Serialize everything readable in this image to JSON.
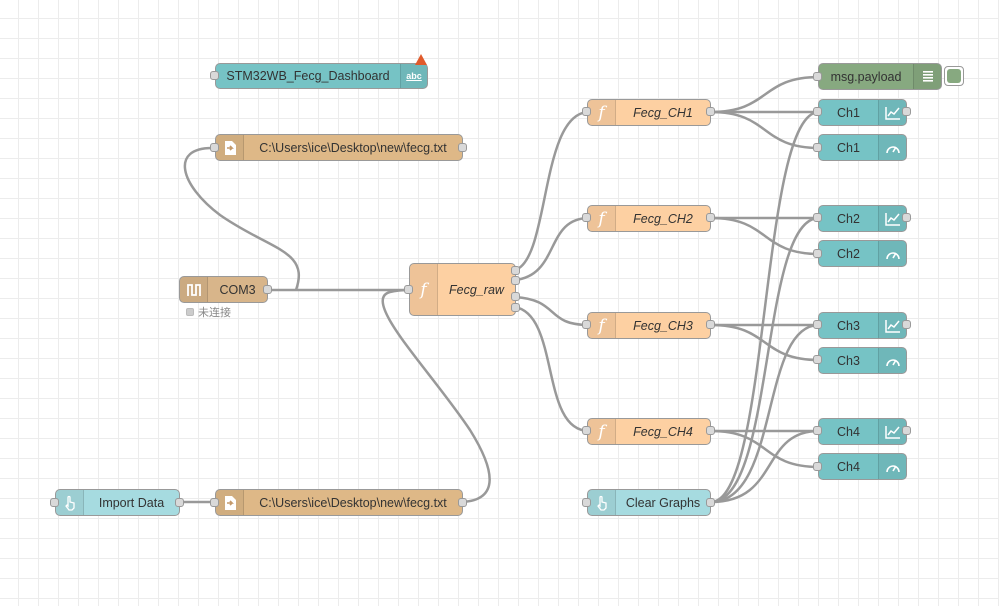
{
  "colors": {
    "ui_teal": "#76c3c5",
    "file": "#deb887",
    "serial": "#d8b58a",
    "function": "#fdd0a2",
    "inject": "#a6dbe0",
    "debug": "#87a980",
    "wire": "#999999"
  },
  "nodes": {
    "dashboard_text": {
      "label": "STM32WB_Fecg_Dashboard",
      "icon": "abc-text-icon",
      "icon_text": "abc"
    },
    "file_in_top": {
      "label": "C:\\Users\\ice\\Desktop\\new\\fecg.txt",
      "icon": "file-in-icon"
    },
    "serial_in": {
      "label": "COM3",
      "icon": "serial-pulse-icon",
      "status": "未连接"
    },
    "fecg_raw": {
      "label": "Fecg_raw",
      "icon": "function-icon"
    },
    "fecg_ch1": {
      "label": "Fecg_CH1",
      "icon": "function-icon"
    },
    "fecg_ch2": {
      "label": "Fecg_CH2",
      "icon": "function-icon"
    },
    "fecg_ch3": {
      "label": "Fecg_CH3",
      "icon": "function-icon"
    },
    "fecg_ch4": {
      "label": "Fecg_CH4",
      "icon": "function-icon"
    },
    "debug": {
      "label": "msg.payload",
      "icon": "debug-list-icon"
    },
    "chart_ch1": {
      "label": "Ch1",
      "icon": "chart-icon"
    },
    "gauge_ch1": {
      "label": "Ch1",
      "icon": "gauge-icon"
    },
    "chart_ch2": {
      "label": "Ch2",
      "icon": "chart-icon"
    },
    "gauge_ch2": {
      "label": "Ch2",
      "icon": "gauge-icon"
    },
    "chart_ch3": {
      "label": "Ch3",
      "icon": "chart-icon"
    },
    "gauge_ch3": {
      "label": "Ch3",
      "icon": "gauge-icon"
    },
    "chart_ch4": {
      "label": "Ch4",
      "icon": "chart-icon"
    },
    "gauge_ch4": {
      "label": "Ch4",
      "icon": "gauge-icon"
    },
    "import_data": {
      "label": "Import Data",
      "icon": "hand-pointer-icon"
    },
    "file_in_bottom": {
      "label": "C:\\Users\\ice\\Desktop\\new\\fecg.txt",
      "icon": "file-in-icon"
    },
    "clear_graphs": {
      "label": "Clear Graphs",
      "icon": "hand-pointer-icon"
    }
  }
}
